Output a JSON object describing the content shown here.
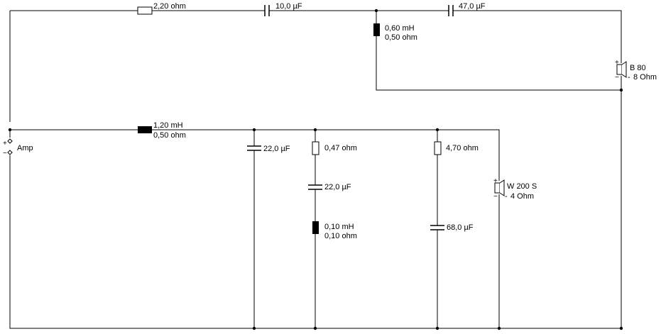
{
  "amp": {
    "label": "Amp",
    "plus": "+",
    "minus": "−"
  },
  "tweeter_branch": {
    "series_resistor": "2,20 ohm",
    "cap1": "10,0 µF",
    "cap2": "47,0 µF",
    "shunt_inductor": {
      "inductance": "0,60 mH",
      "resistance": "0,50 ohm"
    },
    "speaker": {
      "name": "B 80",
      "impedance": "8 Ohm",
      "plus": "+",
      "minus": "−",
      "dash": "-"
    }
  },
  "woofer_branch": {
    "series_inductor": {
      "inductance": "1,20 mH",
      "resistance": "0,50 ohm"
    },
    "shunt_cap": "22,0 µF",
    "notch": {
      "resistor": "0,47 ohm",
      "capacitor": "22,0 µF",
      "inductor": {
        "inductance": "0,10 mH",
        "resistance": "0,10 ohm"
      }
    },
    "zobel": {
      "resistor": "4,70 ohm",
      "capacitor": "68,0 µF"
    },
    "speaker": {
      "name": "W 200 S",
      "impedance": "4 Ohm",
      "plus": "+",
      "minus": "−",
      "dash": "-"
    }
  }
}
